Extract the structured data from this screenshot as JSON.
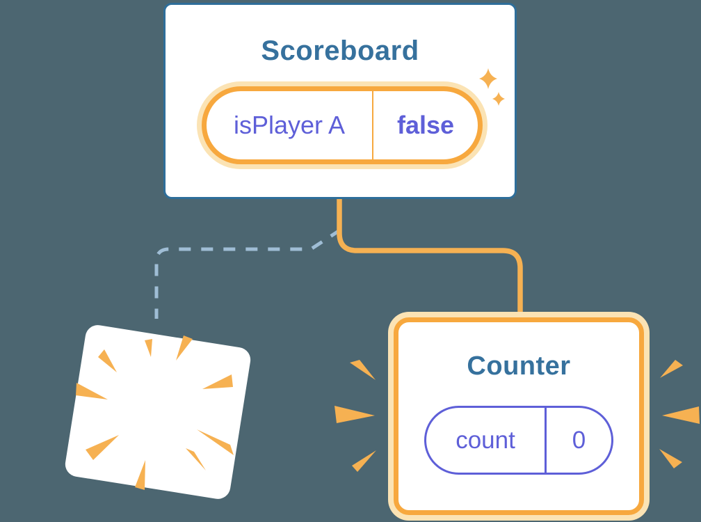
{
  "scoreboard_card": {
    "title": "Scoreboard",
    "state": {
      "key": "isPlayer A",
      "value": "false"
    }
  },
  "counter_card": {
    "title": "Counter",
    "state": {
      "key": "count",
      "value": "0"
    }
  },
  "icons": {
    "sparkle": "sparkle-stars",
    "destroyed_card_burst": "explosion-burst",
    "counter_emphasis_left": "burst-rays-left",
    "counter_emphasis_right": "burst-rays-right"
  },
  "connectors": {
    "active_branch_style": "solid-orange",
    "removed_branch_style": "dashed-blue"
  },
  "colors": {
    "background": "#4C6671",
    "card_border_blue": "#2E6E9A",
    "title_teal": "#36719D",
    "accent_orange": "#F7A83E",
    "halo_orange": "#FBE3B4",
    "burst_orange": "#F6B152",
    "state_indigo": "#5E5FD8",
    "dashed_blue": "#9FBDD5"
  }
}
